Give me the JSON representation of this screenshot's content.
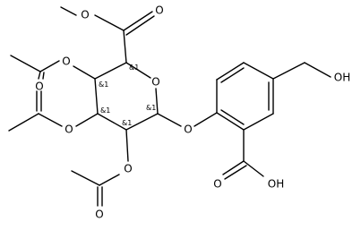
{
  "molecule": {
    "atom_labels": {
      "o_ester_carbonyl": "O",
      "o_ester_methoxy": "O",
      "o_ring": "O",
      "o_glycoside": "O",
      "o_acetyl_top_ether": "O",
      "o_acetyl_top_carbonyl": "O",
      "o_acetyl_mid_ether": "O",
      "o_acetyl_mid_carbonyl": "O",
      "o_acetyl_low_ether": "O",
      "o_acetyl_low_carbonyl": "O",
      "o_acid_carbonyl": "O",
      "oh_acid": "OH",
      "oh_hydroxymethyl": "OH"
    },
    "stereo_labels": {
      "c5": "&1",
      "c4": "&1",
      "c3": "&1",
      "c2": "&1",
      "c1": "&1"
    }
  }
}
